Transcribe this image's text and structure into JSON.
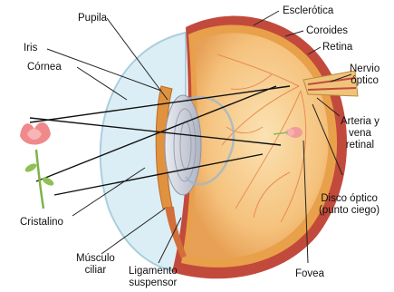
{
  "labels": {
    "pupila": "Pupila",
    "iris": "Iris",
    "cornea": "Córnea",
    "esclerotica": "Esclerótica",
    "coroides": "Coroides",
    "retina": "Retina",
    "nervio_optico_1": "Nervio",
    "nervio_optico_2": "óptico",
    "arteria_1": "Arteria y",
    "arteria_2": "vena",
    "arteria_3": "retinal",
    "disco_1": "Disco óptico",
    "disco_2": "(punto ciego)",
    "cristalino": "Cristalino",
    "musculo_1": "Músculo",
    "musculo_2": "ciliar",
    "ligamento_1": "Ligamento",
    "ligamento_2": "suspensor",
    "fovea": "Fovea"
  },
  "colors": {
    "sclera_outer": "#c94a3a",
    "choroid": "#e8a84a",
    "vitreous": "#f6c78a",
    "lens": "#c9ccd6",
    "cornea": "#bfe0ee",
    "flower_pink": "#f08a8a",
    "stem_green": "#7fb24a",
    "ray_line": "#111111"
  }
}
